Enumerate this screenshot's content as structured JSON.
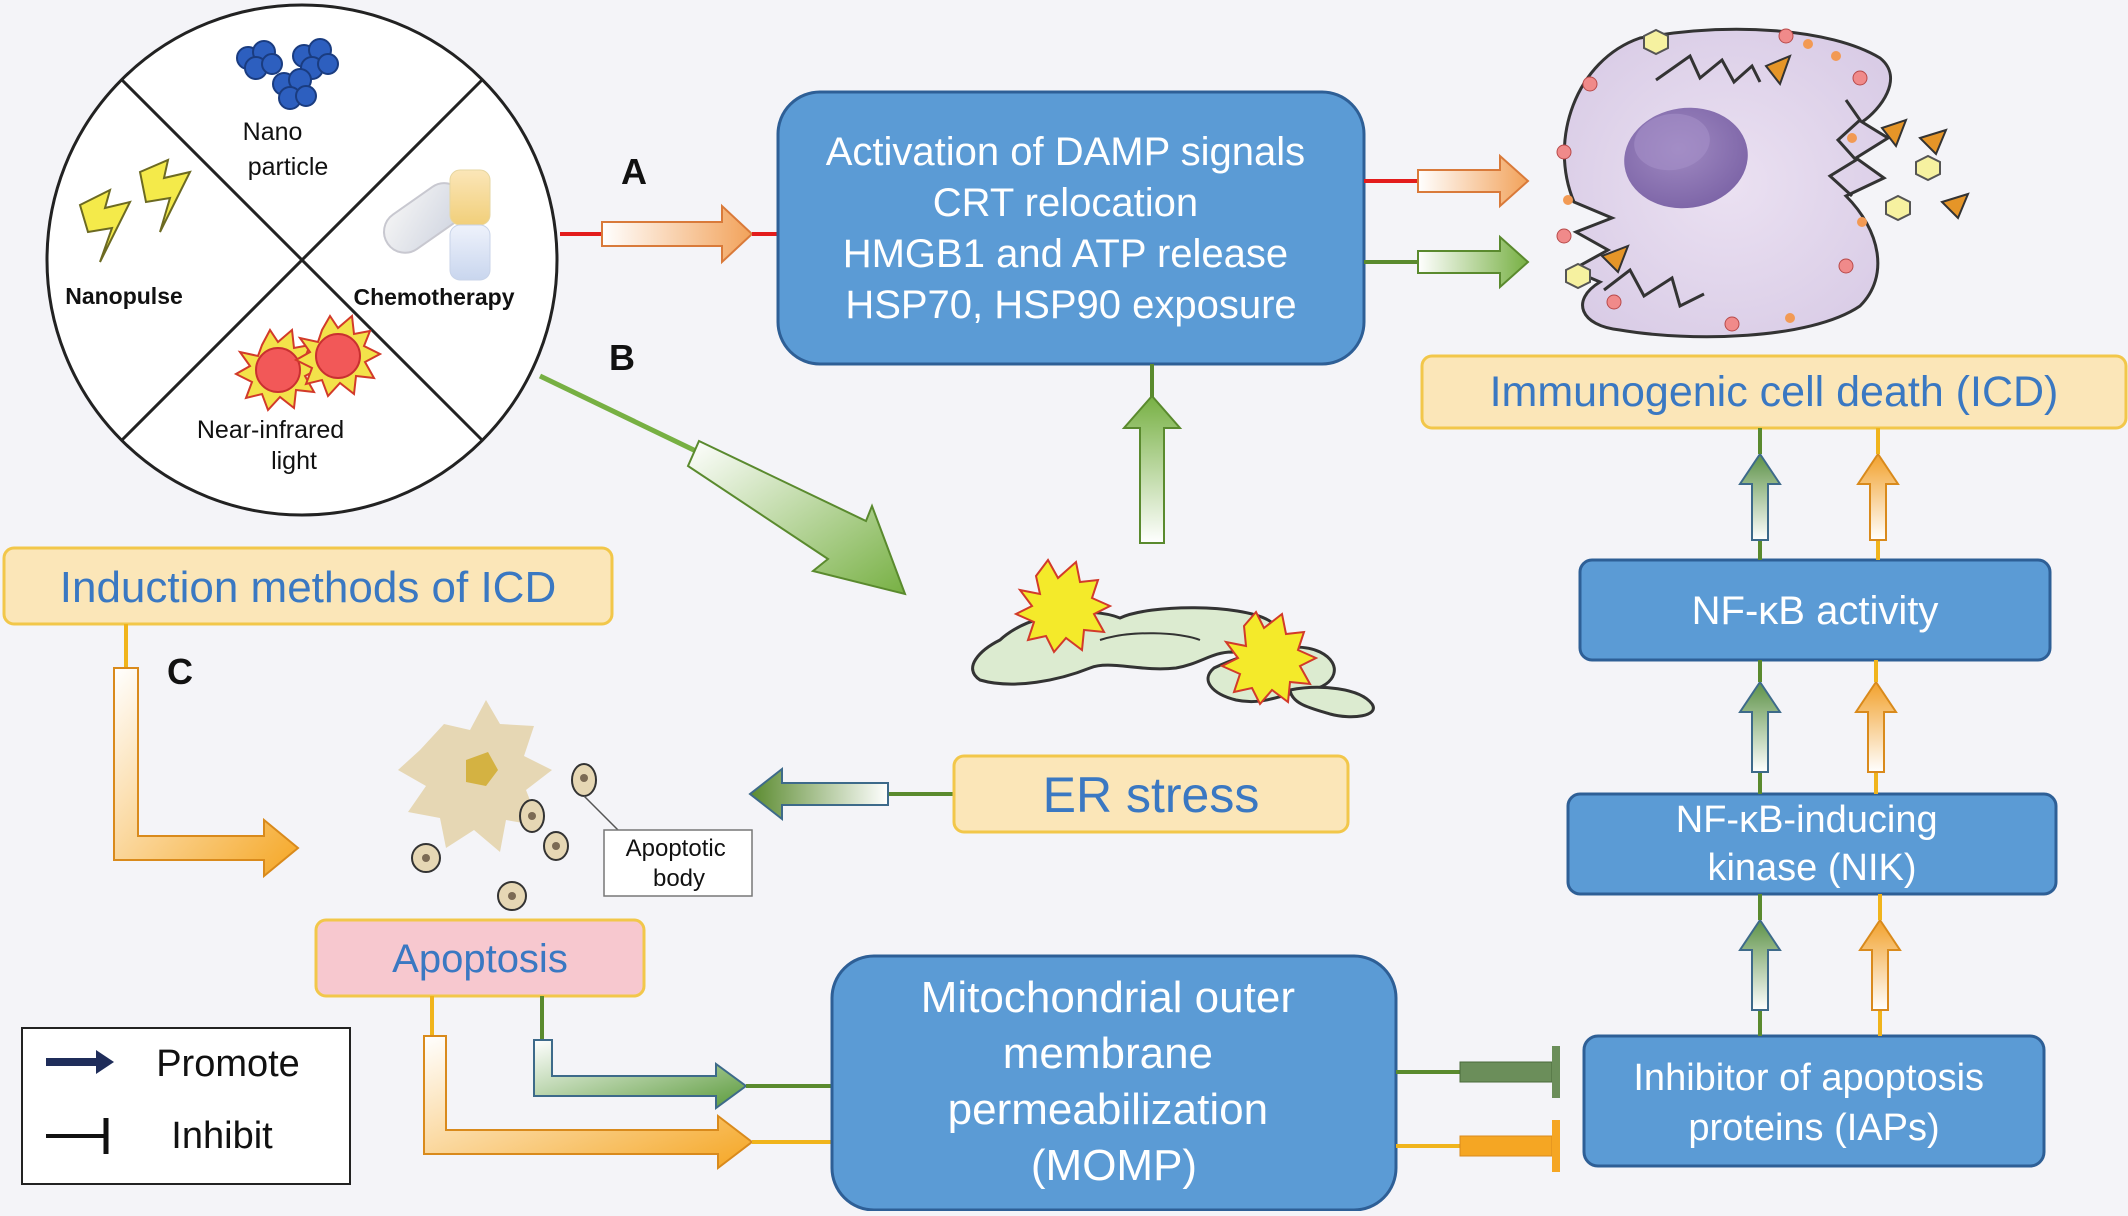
{
  "methods_circle": {
    "nano_particle": [
      "Nano",
      "particle"
    ],
    "nanopulse": "Nanopulse",
    "chemotherapy": "Chemotherapy",
    "near_infrared": [
      "Near-infrared",
      "light"
    ]
  },
  "letters": {
    "a": "A",
    "b": "B",
    "c": "C"
  },
  "damp_box": [
    "Activation of DAMP signals",
    "CRT relocation",
    "HMGB1 and ATP release",
    "HSP70, HSP90 exposure"
  ],
  "icd_label": "Immunogenic cell death (ICD)",
  "induction_label": "Induction methods of ICD",
  "er_stress_label": "ER stress",
  "apoptotic_body_label": [
    "Apoptotic",
    "body"
  ],
  "apoptosis_label": "Apoptosis",
  "momp_box": [
    "Mitochondrial outer",
    "membrane",
    "permeabilization",
    "(MOMP)"
  ],
  "nfkb_activity": "NF-κB activity",
  "nik_box": [
    "NF-κB-inducing",
    "kinase (NIK)"
  ],
  "iaps_box": [
    "Inhibitor of apoptosis",
    "proteins (IAPs)"
  ],
  "legend": {
    "promote": "Promote",
    "inhibit": "Inhibit"
  },
  "colors": {
    "box_blue": "#5b9bd5",
    "box_border": "#2e5f96",
    "label_bg": "#fbe6b8",
    "label_border": "#f2c74a",
    "label_text": "#3a78c2",
    "apoptosis_bg": "#f7c8cf",
    "red_line": "#e31c1c",
    "green_line": "#5a8a2e",
    "orange_line": "#f0b41c"
  }
}
